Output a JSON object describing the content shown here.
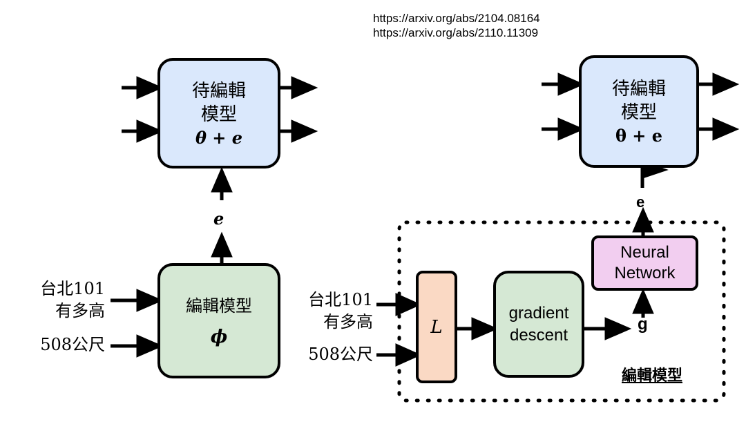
{
  "links": {
    "line1": "https://arxiv.org/abs/2104.08164",
    "line2": "https://arxiv.org/abs/2110.11309"
  },
  "left": {
    "target_model": {
      "line1": "待編輯",
      "line2": "模型",
      "formula": "θ + e"
    },
    "edit_label": "e",
    "editor": {
      "label": "編輯模型",
      "param": "ϕ"
    },
    "input_question": {
      "line1": "台北101",
      "line2": "有多高"
    },
    "input_answer": "508公尺"
  },
  "right": {
    "target_model": {
      "line1": "待編輯",
      "line2": "模型",
      "formula": "θ + e"
    },
    "edit_label": "e",
    "neural_network": {
      "line1": "Neural",
      "line2": "Network"
    },
    "loss": "L",
    "gradient_descent": {
      "line1": "gradient",
      "line2": "descent"
    },
    "g_label": "g",
    "input_question": {
      "line1": "台北101",
      "line2": "有多高"
    },
    "input_answer": "508公尺",
    "editor_group_label": "編輯模型"
  },
  "colors": {
    "target_fill": "#dae8fc",
    "editor_fill": "#d5e8d4",
    "loss_fill": "#fad9c4",
    "nn_fill": "#f2cef0",
    "stroke": "#000000"
  }
}
